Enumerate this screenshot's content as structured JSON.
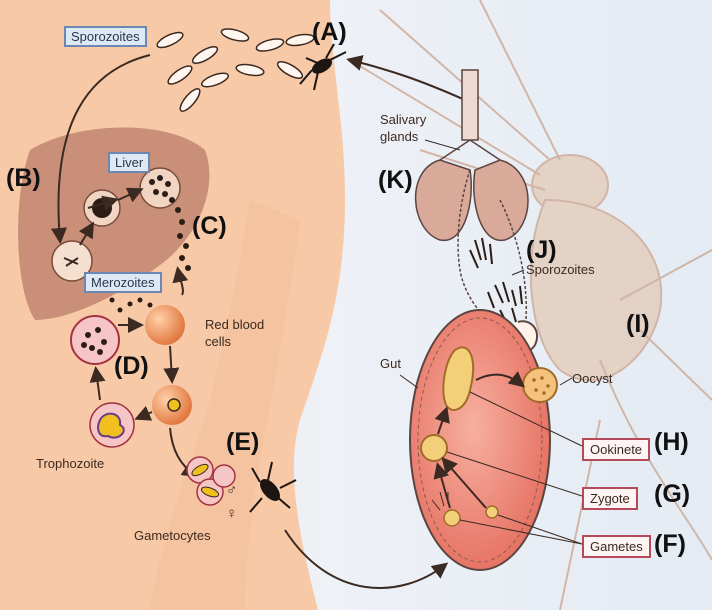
{
  "labels": {
    "sporozoites_top": "Sporozoites",
    "liver": "Liver",
    "merozoites": "Merozoites",
    "red_blood_cells": "Red blood\ncells",
    "trophozoite": "Trophozoite",
    "gametocytes": "Gametocytes",
    "salivary_glands": "Salivary\nglands",
    "sporozoites_mosquito": "Sporozoites",
    "gut": "Gut",
    "oocyst": "Oocyst",
    "ookinete": "Ookinete",
    "zygote": "Zygote",
    "gametes": "Gametes",
    "male_symbol": "♂",
    "female_symbol": "♀"
  },
  "letters": {
    "A": "(A)",
    "B": "(B)",
    "C": "(C)",
    "D": "(D)",
    "E": "(E)",
    "F": "(F)",
    "G": "(G)",
    "H": "(H)",
    "I": "(I)",
    "J": "(J)",
    "K": "(K)"
  },
  "colors": {
    "skin": "#f7c9a6",
    "background": "#e8eef6",
    "liver": "#c98f79",
    "gut": "#f1a090",
    "rbc": "#f4a070",
    "mosquito_outline": "#d6b8a6",
    "box_blue": "#dfe9f6",
    "box_red_border": "#b54a5a"
  }
}
